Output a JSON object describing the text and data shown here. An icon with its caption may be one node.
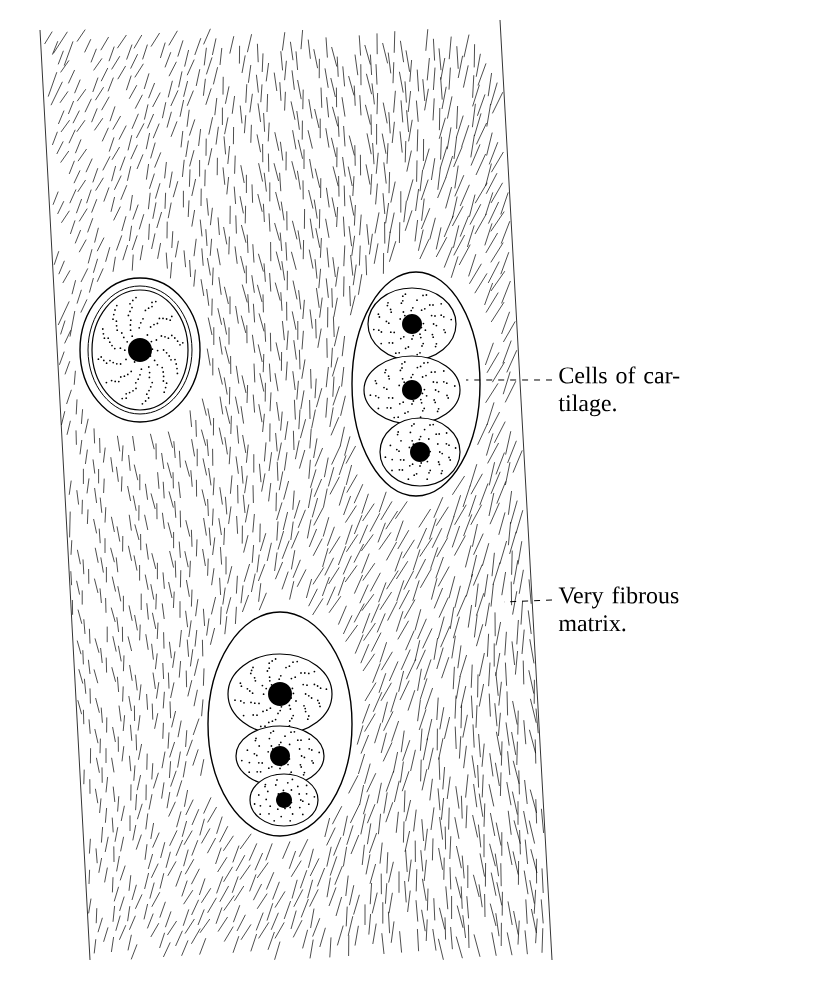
{
  "diagram": {
    "nodes": [
      {
        "text": [
          "Cells of car-tilage."
        ]
      },
      {
        "text": [
          "Very fibrous matrix."
        ]
      }
    ],
    "edges": [
      {
        "from": 0,
        "to": null,
        "arrow": "none",
        "style": "dashed"
      },
      {
        "from": 1,
        "to": null,
        "arrow": "none",
        "style": "dashed"
      }
    ]
  }
}
